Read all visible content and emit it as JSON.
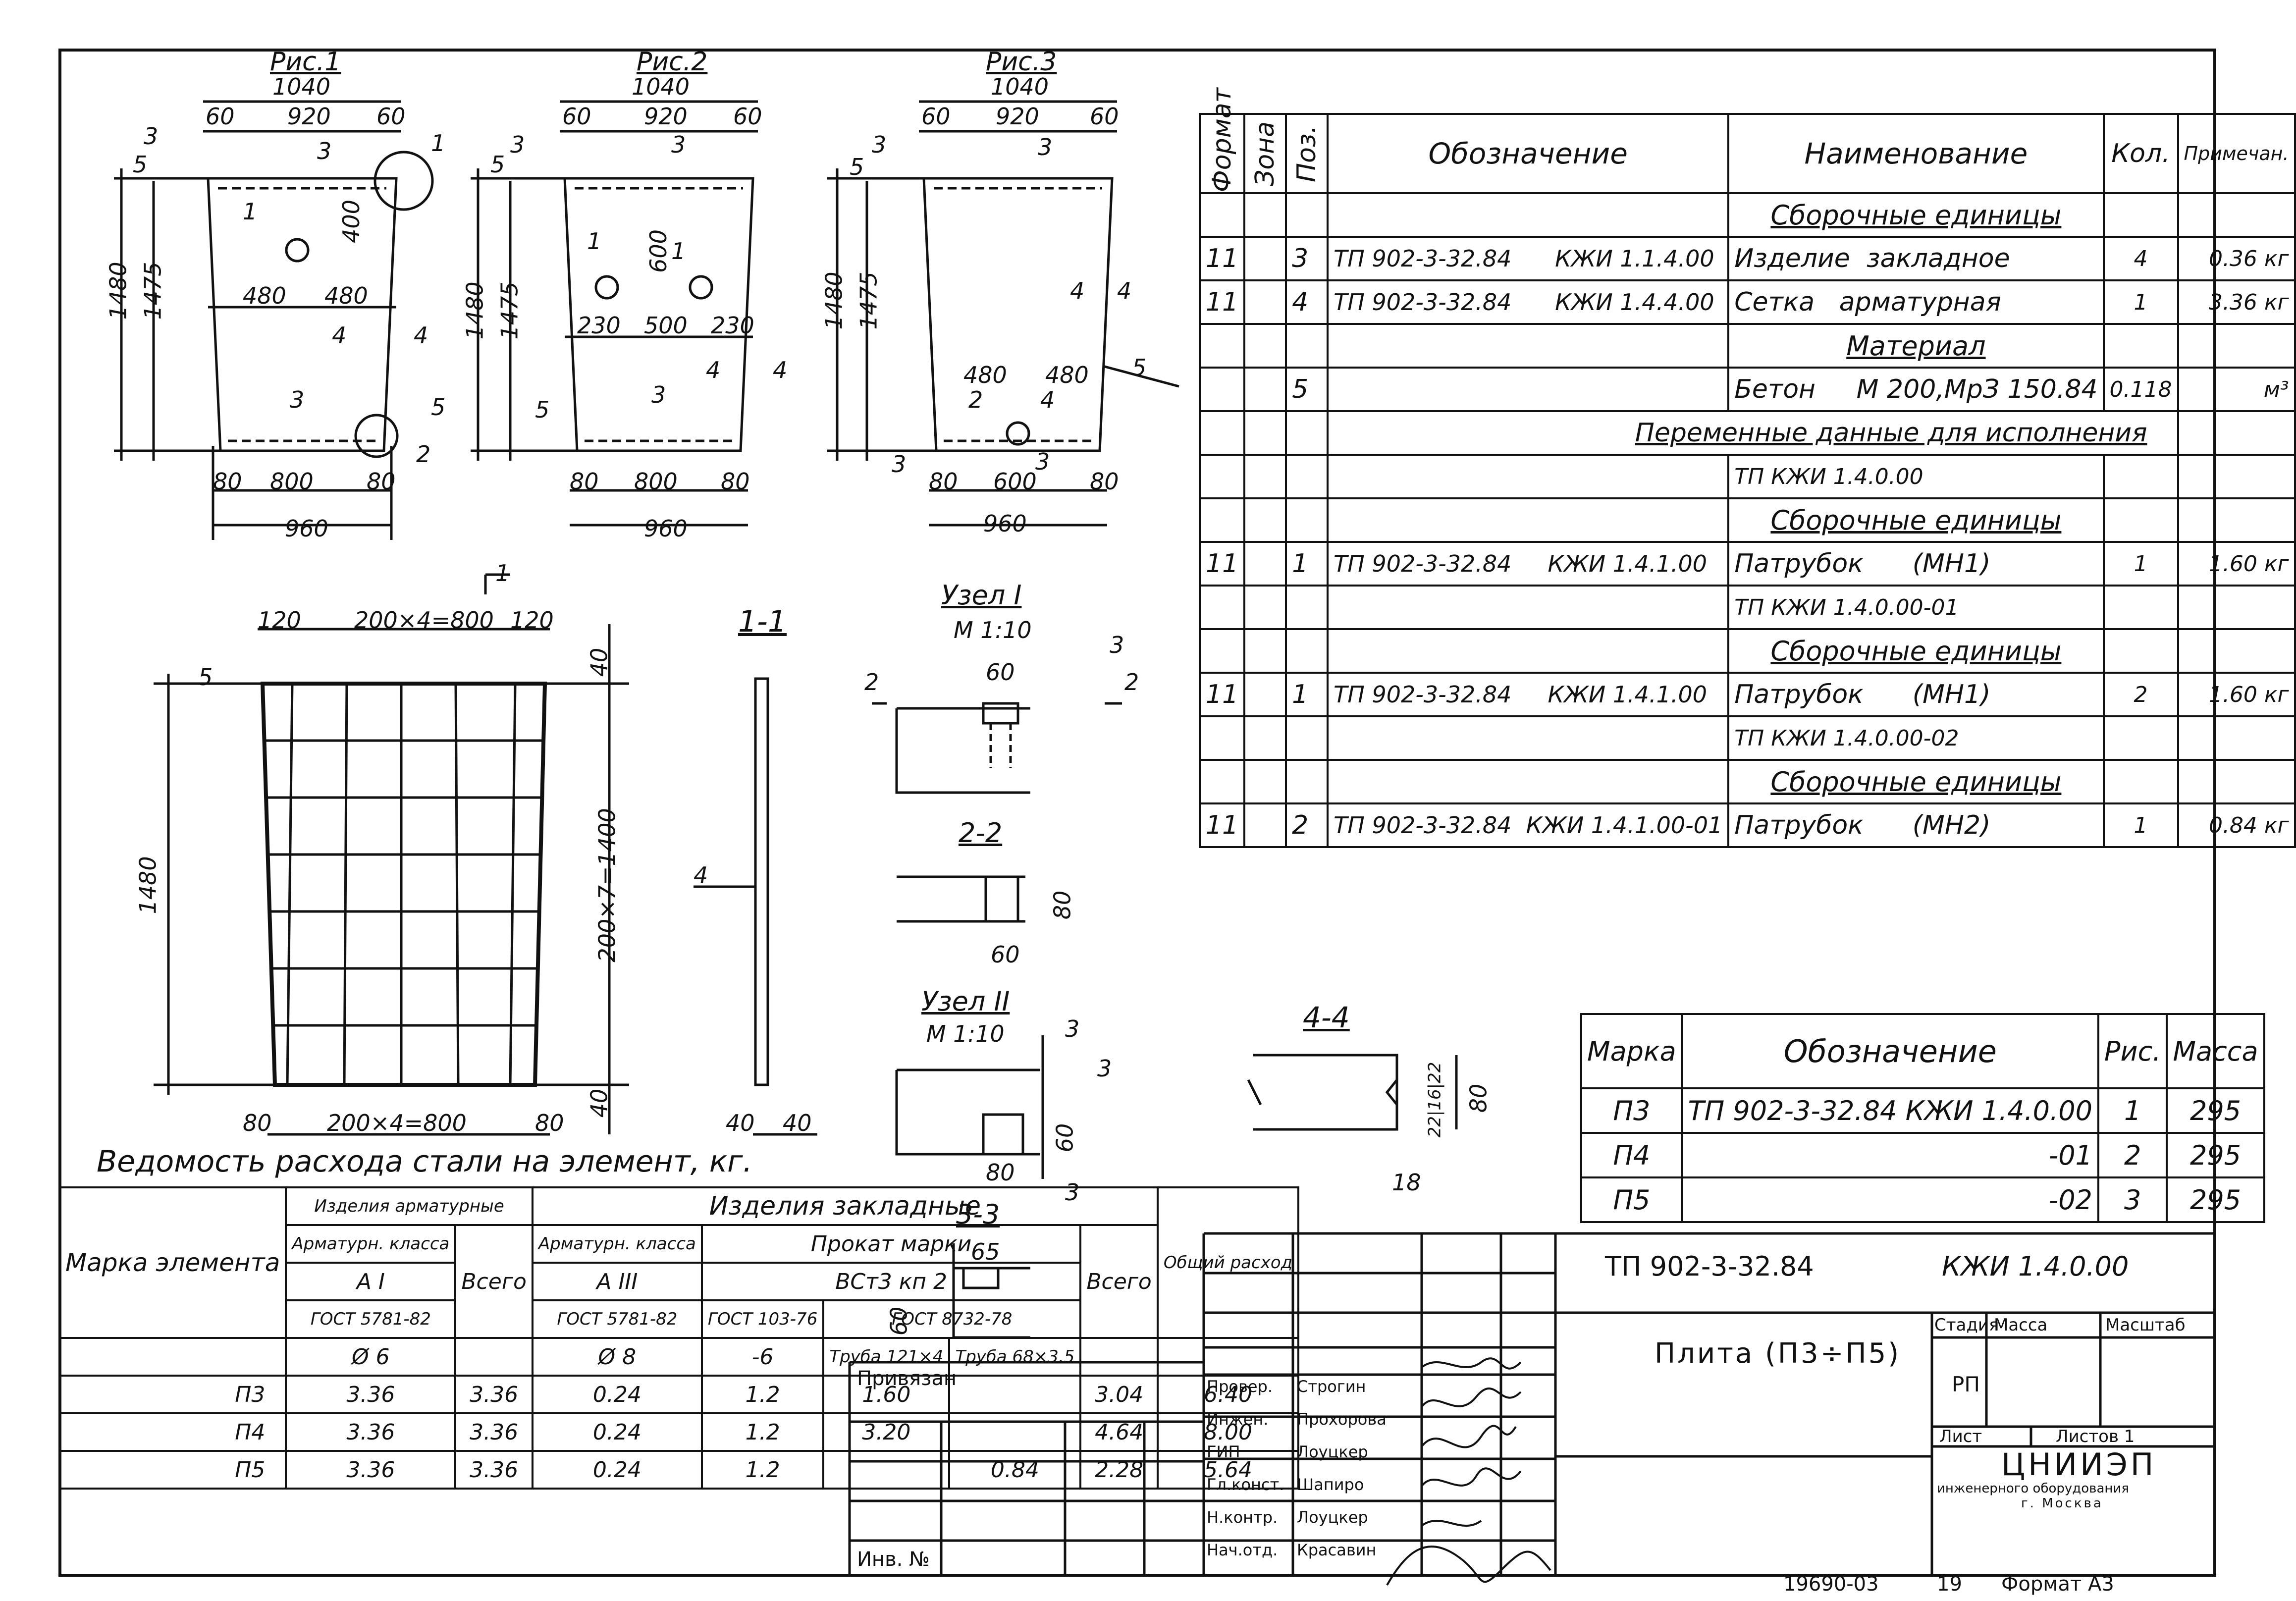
{
  "figures": {
    "fig1": {
      "caption": "Рис.1",
      "width_top": "1040",
      "width_inner": "920",
      "edge": "60",
      "height_outer": "1480",
      "height_inner": "1475",
      "hole_offset": "400",
      "half_a": "480",
      "half_b": "480",
      "bottom_inner": "800",
      "bottom_edge": "80",
      "bottom_width": "960",
      "pos_1": "1",
      "pos_2": "2",
      "pos_3": "3",
      "pos_4": "4",
      "pos_5": "5",
      "dim_5": "5"
    },
    "fig2": {
      "caption": "Рис.2",
      "width_top": "1040",
      "width_inner": "920",
      "edge": "60",
      "height_outer": "1480",
      "height_inner": "1475",
      "hole_offset": "600",
      "side_a": "230",
      "mid": "500",
      "side_b": "230",
      "bottom_inner": "800",
      "bottom_edge": "80",
      "bottom_width": "960",
      "pos_1": "1",
      "pos_3": "3",
      "pos_4": "4",
      "pos_5": "5",
      "dim_5": "5"
    },
    "fig3": {
      "caption": "Рис.3",
      "width_top": "1040",
      "width_inner": "920",
      "edge": "60",
      "height_outer": "1480",
      "height_inner": "1475",
      "half_a": "480",
      "half_b": "480",
      "bottom_inner": "600",
      "bottom_edge": "80",
      "bottom_width": "960",
      "pos_2": "2",
      "pos_3": "3",
      "pos_4": "4",
      "pos_5": "5",
      "dim_5": "5"
    }
  },
  "mesh": {
    "top_dim": "200×4=800",
    "top_edge": "120",
    "height": "1480",
    "right_dim": "200×7=1400",
    "edge_40": "40",
    "bottom_dim": "200×4=800",
    "bottom_edge": "80",
    "section_mark": "1",
    "pos_4": "4",
    "dim_5": "5"
  },
  "sections": {
    "s11": "1-1",
    "node1": "Узел I",
    "node1_scale": "М 1:10",
    "node1_dim": "60",
    "node1_mark": "2",
    "node1_pos": "3",
    "s22": "2-2",
    "s22_h": "80",
    "s22_w": "60",
    "node2": "Узел II",
    "node2_scale": "М 1:10",
    "node2_mark": "3",
    "node2_pos": "3",
    "node2_h": "60",
    "node2_w": "80",
    "s33": "3-3",
    "s33_w": "65",
    "s33_h": "60",
    "s44": "4-4",
    "s44_h": "80",
    "s44_d": "22|16|22",
    "s44_w": "18"
  },
  "spec": {
    "headers": {
      "format": "Формат",
      "zone": "Зона",
      "pos": "Поз.",
      "designation": "Обозначение",
      "name": "Наименование",
      "qty": "Кол.",
      "note": "Примечан."
    },
    "rows": [
      {
        "type": "section",
        "name": "Сборочные единицы"
      },
      {
        "format": "11",
        "pos": "3",
        "designation": "ТП 902-3-32.84      КЖИ 1.1.4.00",
        "name": "Изделие  закладное",
        "qty": "4",
        "note": "0.36 кг"
      },
      {
        "format": "11",
        "pos": "4",
        "designation": "ТП 902-3-32.84      КЖИ 1.4.4.00",
        "name": "Сетка   арматурная",
        "qty": "1",
        "note": "3.36 кг"
      },
      {
        "type": "section",
        "name": "Материал"
      },
      {
        "pos": "5",
        "name": "Бетон     М 200,МрЗ 150.84",
        "qty": "0.118",
        "note": "м³"
      },
      {
        "type": "wide",
        "name": "Переменные  данные  для  исполнения"
      },
      {
        "type": "sub",
        "name": "ТП                   КЖИ 1.4.0.00"
      },
      {
        "type": "section",
        "name": "Сборочные  единицы"
      },
      {
        "format": "11",
        "pos": "1",
        "designation": "ТП 902-3-32.84     КЖИ 1.4.1.00",
        "name": "Патрубок      (МН1)",
        "qty": "1",
        "note": "1.60 кг"
      },
      {
        "type": "sub",
        "name": "ТП             КЖИ 1.4.0.00-01"
      },
      {
        "type": "section",
        "name": "Сборочные  единицы"
      },
      {
        "format": "11",
        "pos": "1",
        "designation": "ТП 902-3-32.84     КЖИ 1.4.1.00",
        "name": "Патрубок      (МН1)",
        "qty": "2",
        "note": "1.60 кг"
      },
      {
        "type": "sub",
        "name": "ТП             КЖИ 1.4.0.00-02"
      },
      {
        "type": "section",
        "name": "Сборочные  единицы"
      },
      {
        "format": "11",
        "pos": "2",
        "designation": "ТП 902-3-32.84  КЖИ 1.4.1.00-01",
        "name": "Патрубок      (МН2)",
        "qty": "1",
        "note": "0.84 кг"
      }
    ]
  },
  "variants": {
    "headers": {
      "mark": "Марка",
      "designation": "Обозначение",
      "fig": "Рис.",
      "mass": "Масса"
    },
    "rows": [
      {
        "mark": "П3",
        "designation": "ТП 902-3-32.84 КЖИ 1.4.0.00",
        "fig": "1",
        "mass": "295"
      },
      {
        "mark": "П4",
        "designation": "-01",
        "fig": "2",
        "mass": "295"
      },
      {
        "mark": "П5",
        "designation": "-02",
        "fig": "3",
        "mass": "295"
      }
    ]
  },
  "steel": {
    "title": "Ведомость  расхода  стали  на  элемент,  кг.",
    "h_mark": "Марка элемента",
    "h_arm": "Изделия арматурные",
    "h_emb": "Изделия  закладные",
    "h_armclass": "Арматурн. класса",
    "h_all": "Всего",
    "h_armclass2": "Арматурн. класса",
    "h_prokat": "Прокат  марки",
    "h_vst": "ВСт3 кп 2",
    "h_all2": "Всего",
    "h_total": "Общий расход",
    "c_a1": "А I",
    "c_a3": "А III",
    "c_gost1": "ГОСТ 5781-82",
    "c_gost2": "ГОСТ 5781-82",
    "c_gost3": "ГОСТ 103-76",
    "c_gost4": "ГОСТ 8732-78",
    "c_d6": "Ø 6",
    "c_d8": "Ø 8",
    "c_d6b": "-6",
    "c_tube1": "Труба 121×4",
    "c_tube2": "Труба 68×3.5",
    "rows": [
      {
        "mark": "П3",
        "a1": "3.36",
        "all": "3.36",
        "a3": "0.24",
        "s6": "1.2",
        "t1": "1.60",
        "t2": "",
        "all2": "3.04",
        "total": "6.40"
      },
      {
        "mark": "П4",
        "a1": "3.36",
        "all": "3.36",
        "a3": "0.24",
        "s6": "1.2",
        "t1": "3.20",
        "t2": "",
        "all2": "4.64",
        "total": "8.00"
      },
      {
        "mark": "П5",
        "a1": "3.36",
        "all": "3.36",
        "a3": "0.24",
        "s6": "1.2",
        "t1": "",
        "t2": "0.84",
        "all2": "2.28",
        "total": "5.64"
      }
    ]
  },
  "title_block": {
    "code": "ТП 902-3-32.84",
    "doc": "КЖИ 1.4.0.00",
    "name": "Плита  (П3÷П5)",
    "stage_h": "Стадия",
    "mass_h": "Масса",
    "scale_h": "Масштаб",
    "stage": "РП",
    "sheet": "Лист",
    "sheets": "Листов 1",
    "org1": "ЦНИИЭП",
    "org2": "инженерного оборудования",
    "org3": "г. Москва",
    "bound": "Привязан",
    "inv": "Инв. №",
    "people": [
      {
        "role": "Провер.",
        "name": "Строгин"
      },
      {
        "role": "Инжен.",
        "name": "Прохорова"
      },
      {
        "role": "ГИП",
        "name": "Лоуцкер"
      },
      {
        "role": "Гл.конст.",
        "name": "Шапиро"
      },
      {
        "role": "Н.контр.",
        "name": "Лоуцкер"
      },
      {
        "role": "Нач.отд.",
        "name": "Красавин"
      }
    ],
    "footer_num": "19690-03",
    "footer_sheet": "19",
    "footer_fmt": "Формат  А3"
  }
}
